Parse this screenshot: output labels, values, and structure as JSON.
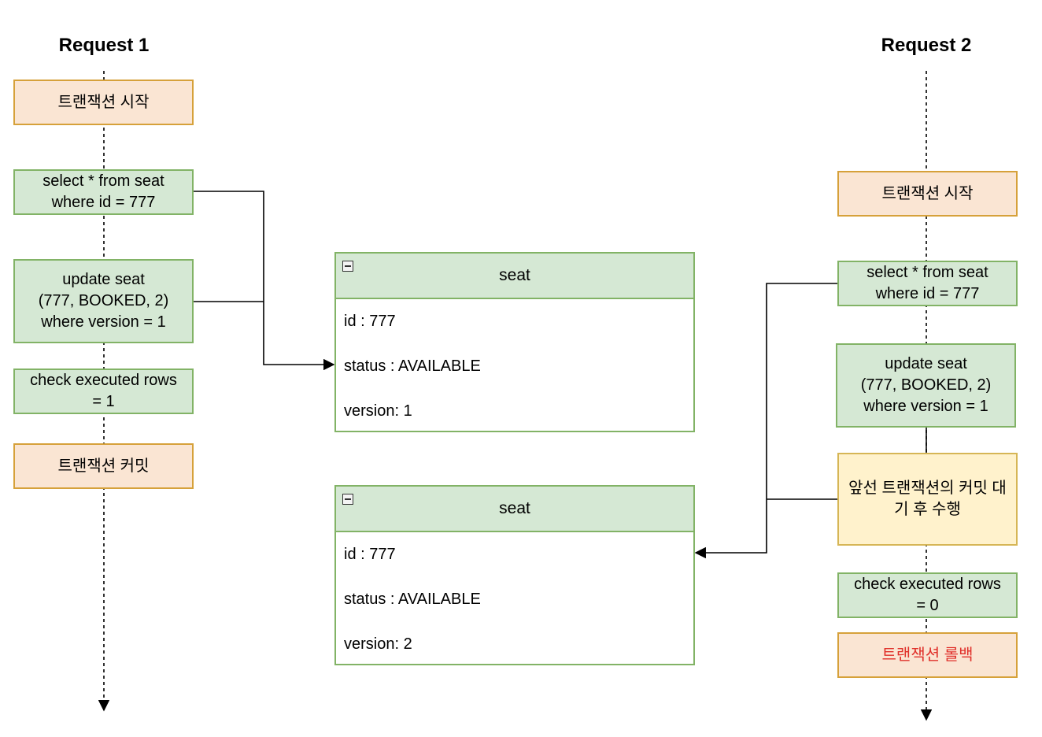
{
  "request1": {
    "title": "Request 1",
    "steps": [
      "트랜잭션 시작",
      "select * from seat\nwhere id = 777",
      "update seat\n(777, BOOKED, 2)\nwhere version = 1",
      "check executed rows\n= 1",
      "트랜잭션 커밋"
    ]
  },
  "request2": {
    "title": "Request 2",
    "steps": [
      "트랜잭션 시작",
      "select * from seat\nwhere id = 777",
      "update seat\n(777, BOOKED, 2)\nwhere version = 1",
      "앞선 트랜잭션의 커밋 대\n기 후 수행",
      "check executed rows\n= 0",
      "트랜잭션 롤백"
    ]
  },
  "entities": [
    {
      "name": "seat",
      "fields": [
        "id : 777",
        "status : AVAILABLE",
        "version: 1"
      ]
    },
    {
      "name": "seat",
      "fields": [
        "id : 777",
        "status : AVAILABLE",
        "version: 2"
      ]
    }
  ],
  "colors": {
    "green_fill": "#d5e8d4",
    "green_stroke": "#82b366",
    "orange_fill": "#fae5d3",
    "orange_stroke": "#d6a13a",
    "yellow_fill": "#fff2cc",
    "rollback_text": "#e0302a"
  }
}
